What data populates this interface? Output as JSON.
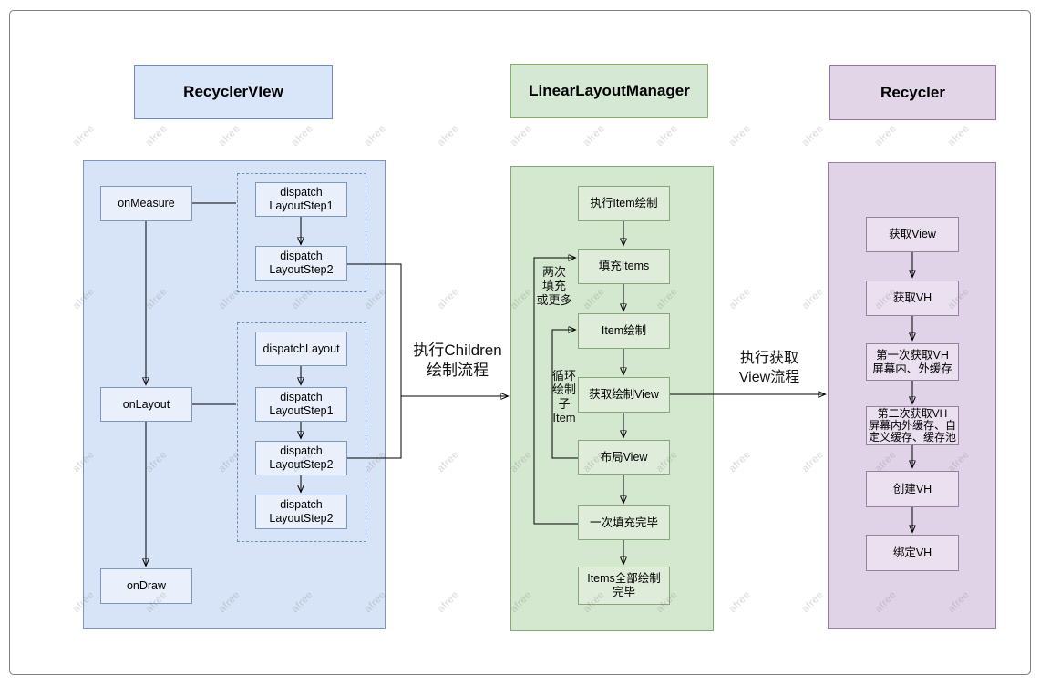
{
  "watermark": "afree",
  "recyclerview": {
    "title": "RecyclerVIew",
    "onMeasure": "onMeasure",
    "group1_step1": "dispatch\nLayoutStep1",
    "group1_step2": "dispatch\nLayoutStep2",
    "dispatchLayout": "dispatchLayout",
    "group2_step1": "dispatch\nLayoutStep1",
    "group2_step2": "dispatch\nLayoutStep2",
    "group2_step3": "dispatch\nLayoutStep2",
    "onLayout": "onLayout",
    "onDraw": "onDraw"
  },
  "linearlayoutmanager": {
    "title": "LinearLayoutManager",
    "exec_item_draw": "执行Item绘制",
    "fill_items": "填充Items",
    "item_draw": "Item绘制",
    "get_draw_view": "获取绘制View",
    "layout_view": "布局View",
    "one_fill_done": "一次填充完毕",
    "items_all_done": "Items全部绘制\n完毕",
    "loop_fill_label": "两次\n填充\n或更多",
    "loop_item_label": "循环\n绘制\n子\nItem"
  },
  "recycler": {
    "title": "Recycler",
    "get_view": "获取View",
    "get_vh": "获取VH",
    "first_get_vh": "第一次获取VH\n屏幕内、外缓存",
    "second_get_vh": "第二次获取VH\n屏幕内外缓存、自\n定义缓存、缓存池",
    "create_vh": "创建VH",
    "bind_vh": "绑定VH"
  },
  "flow_labels": {
    "children_draw": "执行Children\n绘制流程",
    "get_view_flow": "执行获取\nView流程"
  }
}
